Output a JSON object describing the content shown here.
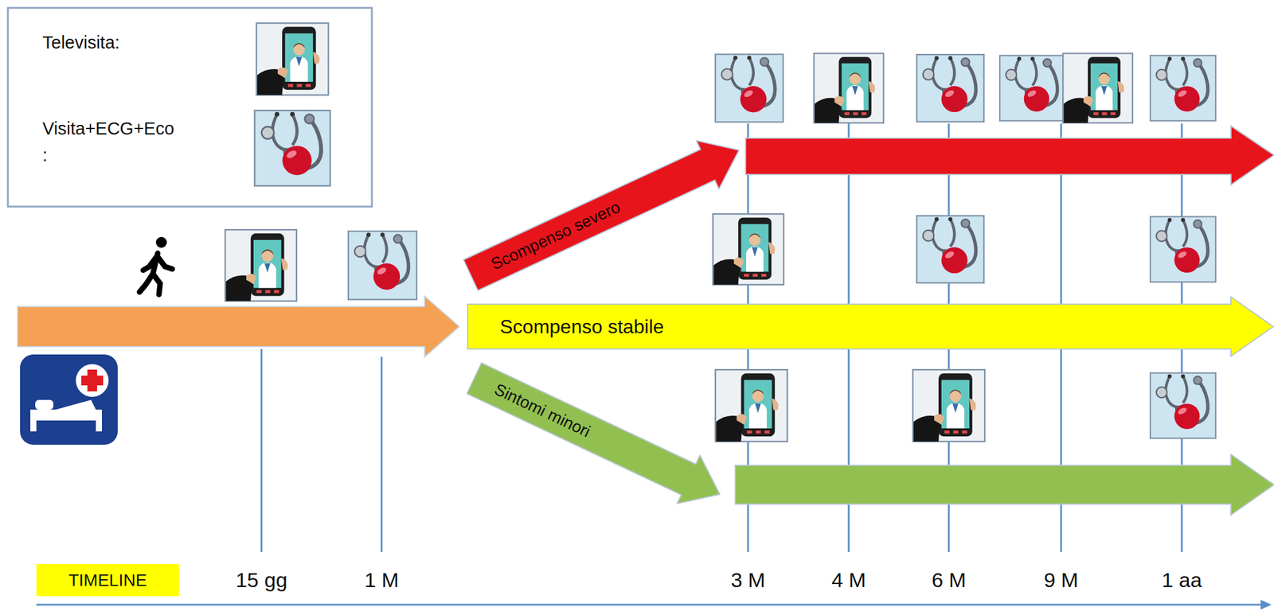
{
  "diagram": {
    "nodes": [
      {
        "text": [
          "Scompenso severo"
        ]
      },
      {
        "text": [
          "Scompenso stabile"
        ]
      },
      {
        "text": [
          "Sintomi minori"
        ]
      },
      {
        "text": [
          "TIMELINE"
        ]
      }
    ],
    "labels": [
      "15 gg",
      "1 M",
      "3 M",
      "4 M",
      "6 M",
      "9 M",
      "1 aa"
    ],
    "legend": [
      {
        "text": "Televisita:"
      },
      {
        "text": "Visita+ECG+Eco :"
      }
    ]
  }
}
